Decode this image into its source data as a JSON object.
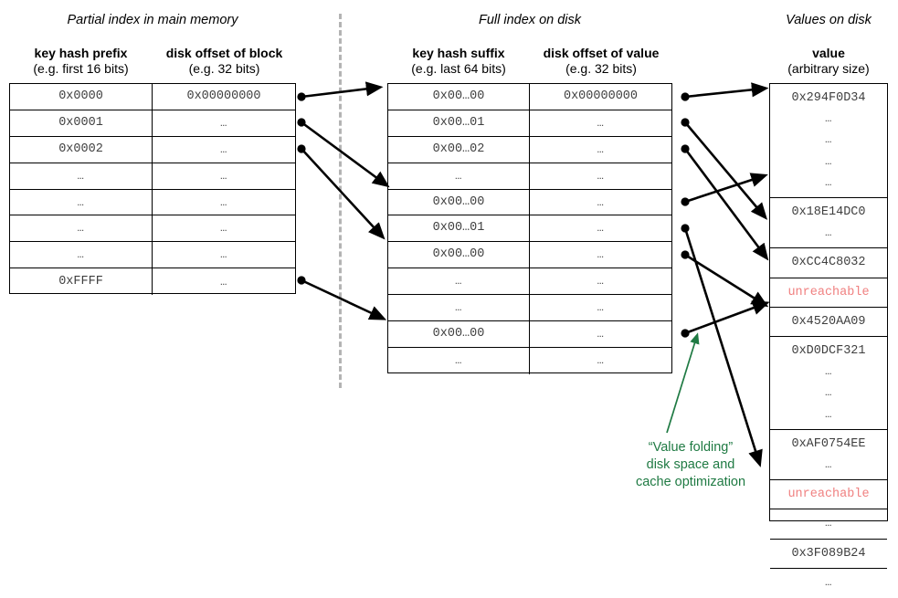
{
  "sections": [
    {
      "title": "Partial index in main memory"
    },
    {
      "title": "Full index on disk"
    },
    {
      "title": "Values on disk"
    }
  ],
  "colors": {
    "text": "#000000",
    "cell_text": "#3f3f3f",
    "unreachable": "#f08080",
    "annotation_green": "#1f7a43",
    "divider_gray": "#b3b3b3",
    "arrow": "#000000"
  },
  "partial_index": {
    "title": "Partial index in main memory",
    "headers": [
      {
        "line1": "key hash prefix",
        "line2": "(e.g. first 16 bits)"
      },
      {
        "line1": "disk offset of block",
        "line2": "(e.g. 32 bits)"
      }
    ],
    "rows": [
      {
        "key": "0x0000",
        "offset": "0x00000000",
        "dot": true
      },
      {
        "key": "0x0001",
        "offset": "…",
        "dot": true
      },
      {
        "key": "0x0002",
        "offset": "…",
        "dot": true
      },
      {
        "key": "…",
        "offset": "…",
        "dot": false
      },
      {
        "key": "…",
        "offset": "…",
        "dot": false
      },
      {
        "key": "…",
        "offset": "…",
        "dot": false
      },
      {
        "key": "…",
        "offset": "…",
        "dot": false
      },
      {
        "key": "0xFFFF",
        "offset": "…",
        "dot": true
      }
    ]
  },
  "full_index": {
    "title": "Full index on disk",
    "headers": [
      {
        "line1": "key hash suffix",
        "line2": "(e.g. last 64 bits)"
      },
      {
        "line1": "disk offset of value",
        "line2": "(e.g. 32 bits)"
      }
    ],
    "rows": [
      {
        "key": "0x00…00",
        "offset": "0x00000000",
        "dot": true
      },
      {
        "key": "0x00…01",
        "offset": "…",
        "dot": true
      },
      {
        "key": "0x00…02",
        "offset": "…",
        "dot": true
      },
      {
        "key": "…",
        "offset": "…",
        "dot": false
      },
      {
        "key": "0x00…00",
        "offset": "…",
        "dot": true
      },
      {
        "key": "0x00…01",
        "offset": "…",
        "dot": true
      },
      {
        "key": "0x00…00",
        "offset": "…",
        "dot": true
      },
      {
        "key": "…",
        "offset": "…",
        "dot": false
      },
      {
        "key": "…",
        "offset": "…",
        "dot": false
      },
      {
        "key": "0x00…00",
        "offset": "…",
        "dot": true
      },
      {
        "key": "…",
        "offset": "…",
        "dot": false
      }
    ]
  },
  "values": {
    "title": "Values on disk",
    "headers": [
      {
        "line1": "value",
        "line2": "(arbitrary size)"
      }
    ],
    "rows": [
      {
        "lines": [
          "0x294F0D34",
          "…",
          "…",
          "…",
          "…"
        ],
        "unreachable": false
      },
      {
        "lines": [
          "0x18E14DC0",
          "…"
        ],
        "unreachable": false
      },
      {
        "lines": [
          "0xCC4C8032"
        ],
        "unreachable": false
      },
      {
        "lines": [
          "unreachable"
        ],
        "unreachable": true
      },
      {
        "lines": [
          "0x4520AA09"
        ],
        "unreachable": false
      },
      {
        "lines": [
          "0xD0DCF321",
          "…",
          "…",
          "…"
        ],
        "unreachable": false
      },
      {
        "lines": [
          "0xAF0754EE",
          "…"
        ],
        "unreachable": false
      },
      {
        "lines": [
          "unreachable"
        ],
        "unreachable": true
      },
      {
        "lines": [
          "…"
        ],
        "unreachable": false
      },
      {
        "lines": [
          "0x3F089B24"
        ],
        "unreachable": false
      },
      {
        "lines": [
          "…"
        ],
        "unreachable": false
      }
    ]
  },
  "annotation": {
    "line1": "“Value folding”",
    "line2": "disk space and",
    "line3": "cache optimization"
  }
}
